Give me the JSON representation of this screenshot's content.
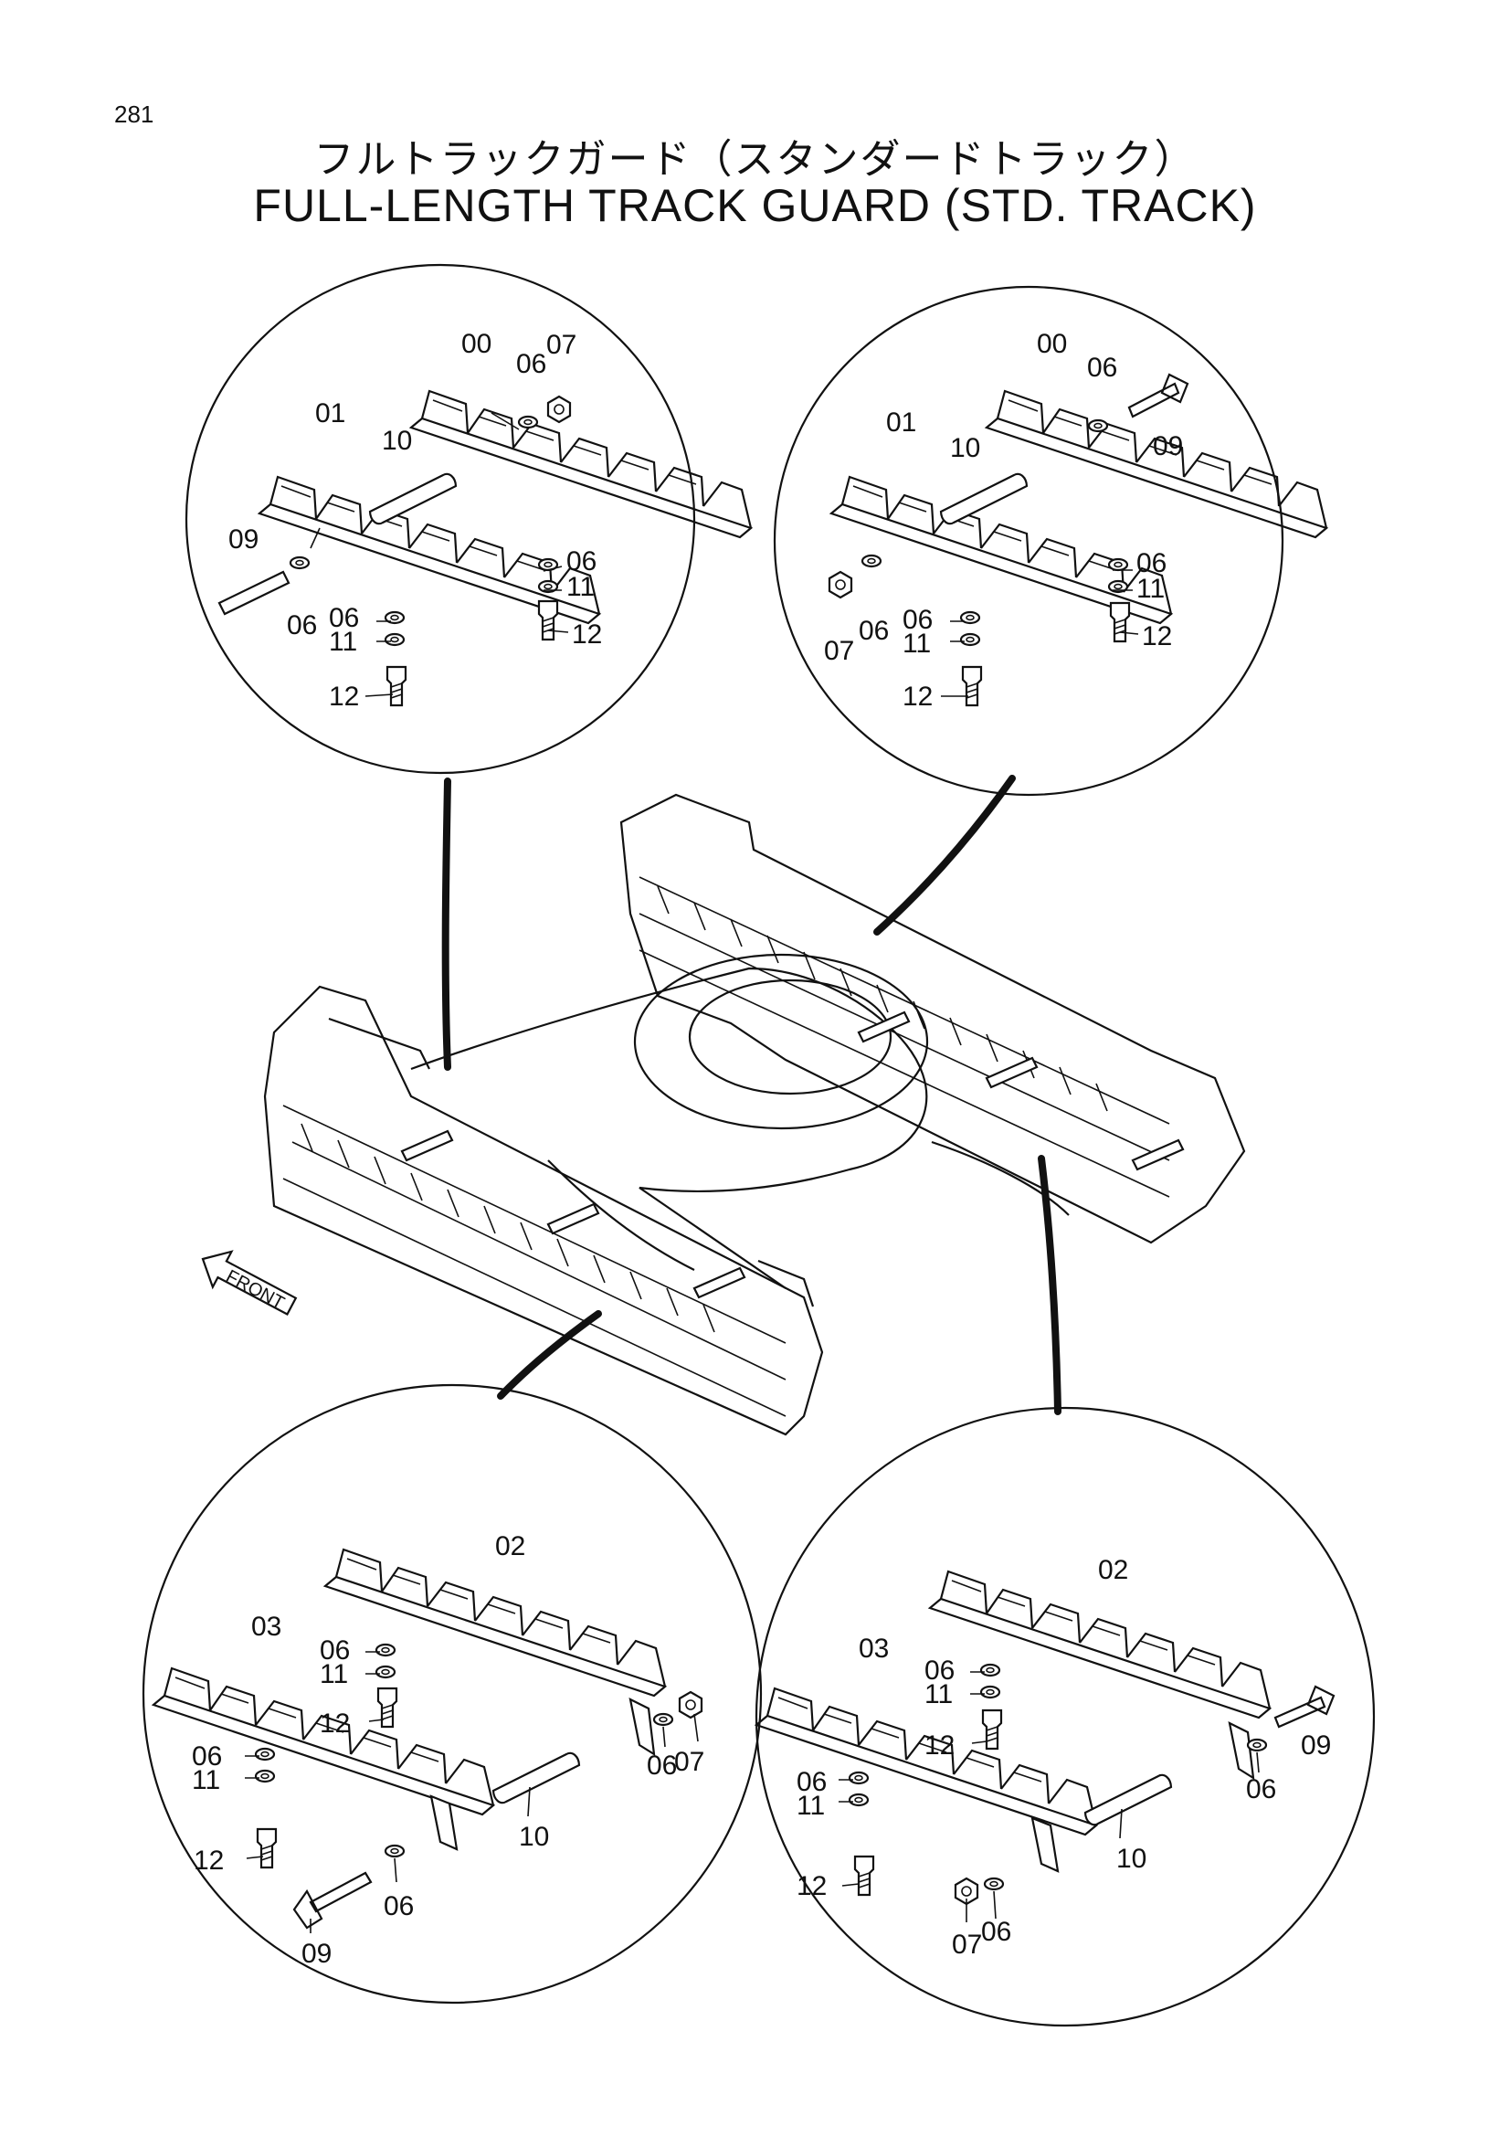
{
  "page_number": "281",
  "title_jp": "フルトラックガード（スタンダードトラック）",
  "title_en": "FULL-LENGTH TRACK GUARD (STD. TRACK)",
  "front_label": "FRONT",
  "callouts": {
    "tl": {
      "a": "00",
      "b": "06",
      "c": "07",
      "d": "01",
      "e": "10",
      "f": "09",
      "g": "06",
      "h": "06",
      "i": "11",
      "j": "06",
      "k": "11",
      "l": "12",
      "m": "12"
    },
    "tr": {
      "a": "00",
      "b": "06",
      "c": "09",
      "d": "01",
      "e": "10",
      "f": "07",
      "g": "06",
      "h": "06",
      "i": "11",
      "j": "06",
      "k": "11",
      "l": "12",
      "m": "12"
    },
    "bl": {
      "a": "02",
      "b": "03",
      "c": "06",
      "d": "11",
      "e": "12",
      "f": "06",
      "g": "07",
      "h": "06",
      "i": "11",
      "j": "10",
      "k": "12",
      "l": "06",
      "m": "09"
    },
    "br": {
      "a": "02",
      "b": "03",
      "c": "06",
      "d": "11",
      "e": "12",
      "f": "09",
      "g": "06",
      "h": "06",
      "i": "11",
      "j": "10",
      "k": "12",
      "l": "07",
      "m": "06"
    }
  }
}
